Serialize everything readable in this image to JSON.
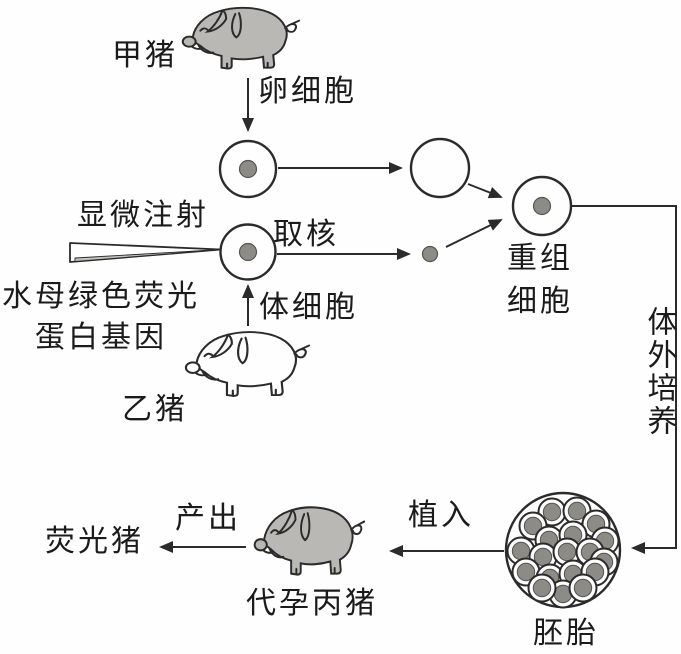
{
  "labels": {
    "pig_a": "甲猪",
    "egg_cell": "卵细胞",
    "microinjection": "显微注射",
    "gene_line1": "水母绿色荧光",
    "gene_line2": "蛋白基因",
    "take_nucleus": "取核",
    "somatic_cell": "体细胞",
    "pig_b": "乙猪",
    "recombinant_line1": "重组",
    "recombinant_line2": "细胞",
    "in_vitro_culture": "体外培养",
    "embryo": "胚胎",
    "implant": "植入",
    "surrogate_pig_c": "代孕丙猪",
    "produce": "产出",
    "fluorescent_pig": "荧光猪"
  },
  "colors": {
    "ink": "#2b2b2b",
    "text": "#1b1b1b",
    "pig_gray": "#b9b8b4",
    "cell_white": "#fefefe",
    "nucleus_gray": "#8c8b85",
    "nucleus_edge": "#55544f",
    "needle_shade": "#c2c1bd",
    "background": "#fefefe"
  }
}
